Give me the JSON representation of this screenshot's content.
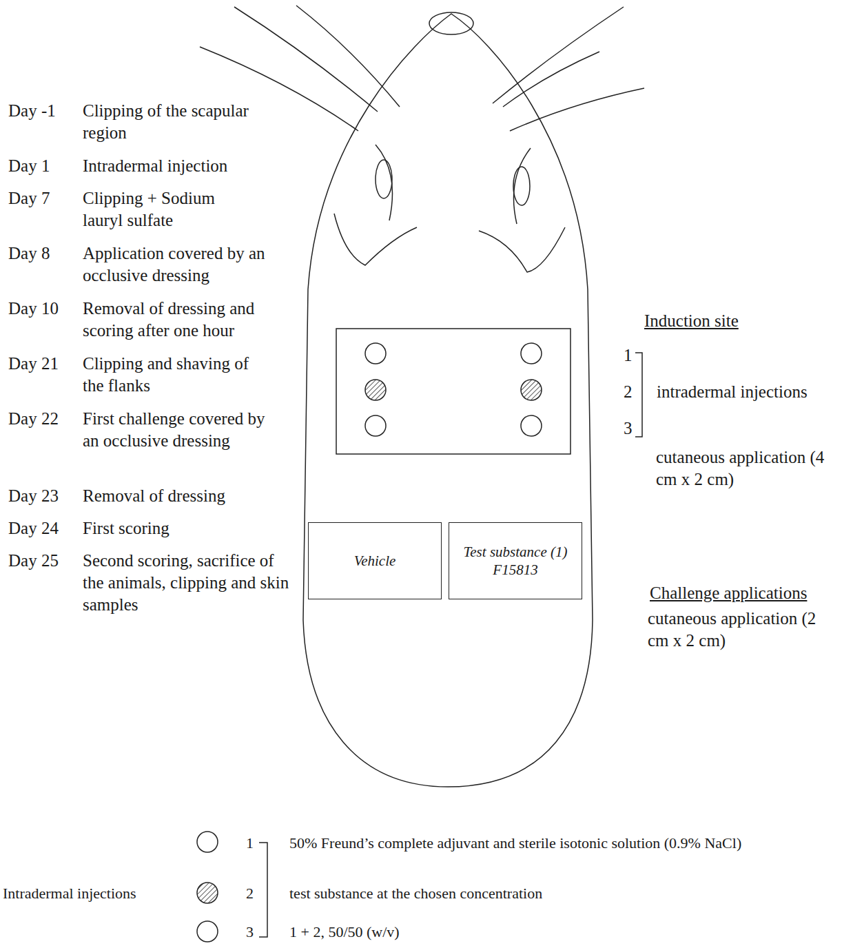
{
  "diagram": {
    "nodes": [
      {
        "text": [
          "Vehicle"
        ]
      },
      {
        "text": [
          "Test substance (1) F15813"
        ]
      }
    ],
    "labels": [
      "Day -1",
      "Clipping of the scapular region",
      "Day 1",
      "Intradermal injection",
      "Day 7",
      "Clipping + Sodium lauryl sulfate",
      "Day 8",
      "Application covered by an occlusive dressing",
      "Day 10",
      "Removal of dressing and scoring after one hour",
      "Day 21",
      "Clipping and shaving of the flanks",
      "Day 22",
      "First challenge covered by an occlusive dressing",
      "Day 23",
      "Removal of dressing",
      "Day 24",
      "First scoring",
      "Day 25",
      "Second scoring, sacrifice of the animals, clipping and skin samples",
      "Induction site",
      "1",
      "2",
      "3",
      "intradermal injections",
      "cutaneous application (4 cm x 2 cm)",
      "Challenge applications",
      "cutaneous application (2 cm x 2 cm)",
      "Intradermal injections",
      "1",
      "50% Freund’s complete adjuvant and sterile isotonic solution (0.9% NaCl)",
      "2",
      "test substance at the chosen concentration",
      "3",
      "1 + 2, 50/50 (w/v)"
    ]
  }
}
